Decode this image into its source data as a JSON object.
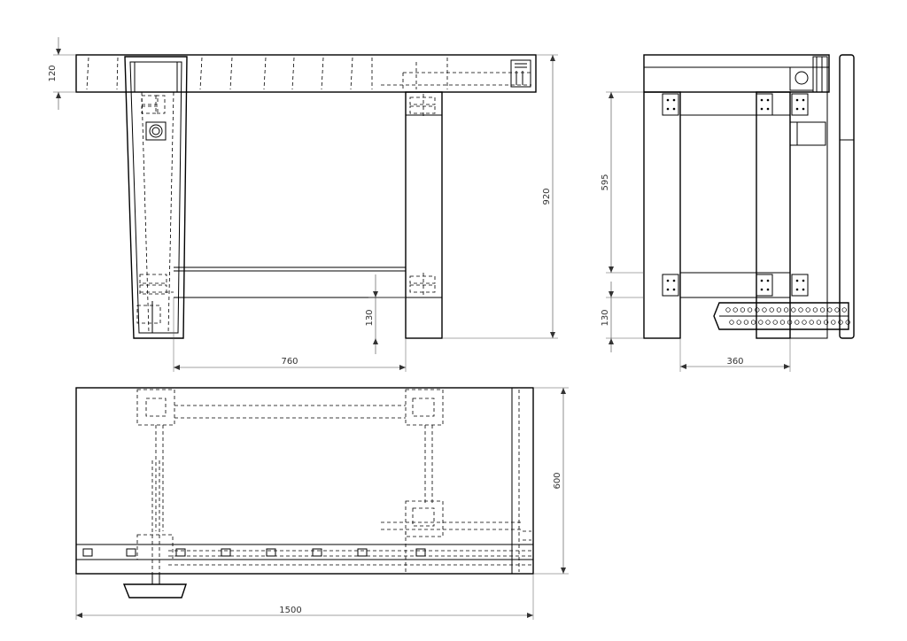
{
  "dimensions": {
    "top_thickness": "120",
    "overall_height": "920",
    "stretcher_height": "130",
    "leg_span": "760",
    "side_upper": "595",
    "side_lower": "130",
    "side_depth": "360",
    "plan_depth": "600",
    "overall_length": "1500"
  },
  "colors": {
    "line": "#000000",
    "dimension": "#444444",
    "background": "#ffffff"
  }
}
